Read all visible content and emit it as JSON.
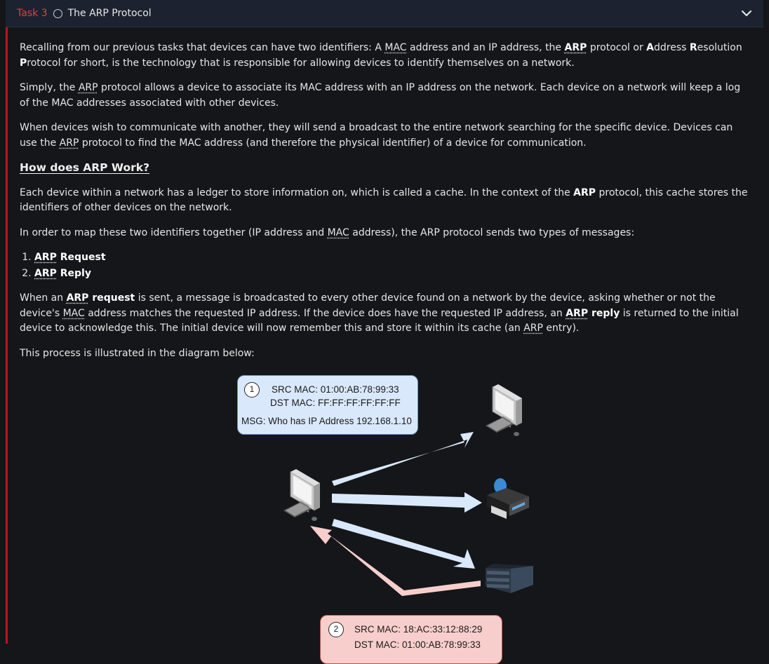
{
  "task": {
    "number": "Task 3",
    "title": "The ARP Protocol"
  },
  "content": {
    "p1": {
      "a": "Recalling from our previous tasks that devices can have two identifiers: A ",
      "mac": "MAC",
      "b": " address and an IP address, the ",
      "arp": "ARP",
      "c": " protocol or ",
      "A": "A",
      "d": "ddress ",
      "R": "R",
      "e": "esolution ",
      "P": "P",
      "f": "rotocol for short, is the technology that is responsible for allowing devices to identify themselves on a network."
    },
    "p2": {
      "a": "Simply, the ",
      "arp": "ARP",
      "b": " protocol allows a device to associate its MAC address with an IP address on the network. Each device on a network will keep a log of the MAC addresses associated with other devices."
    },
    "p3": {
      "a": "When devices wish to communicate with another, they will send a broadcast to the entire network searching for the specific device. Devices can use the ",
      "arp": "ARP",
      "b": " protocol to find the MAC address (and therefore the physical identifier) of a device for communication."
    },
    "heading": "How does ARP Work?",
    "p4": {
      "a": "Each device within a network has a ledger to store information on, which is called a cache. In the context of the ",
      "arp": "ARP",
      "b": " protocol, this cache stores the identifiers of other devices on the network."
    },
    "p5": {
      "a": "In order to map these two identifiers together (IP address and ",
      "mac": "MAC",
      "b": " address), the ARP protocol sends two types of messages:"
    },
    "list": [
      {
        "arp": "ARP",
        "rest": " Request"
      },
      {
        "arp": "ARP",
        "rest": " Reply"
      }
    ],
    "p6": {
      "a": "When an ",
      "arp1": "ARP",
      "req": " request",
      "b": " is sent, a message is broadcasted to every other device found on a network by the device, asking whether or not the device's ",
      "mac": "MAC",
      "c": " address matches the requested IP address. If the device does have the requested IP address, an ",
      "arp2": "ARP",
      "rep": " reply",
      "d": " is returned to the initial device to acknowledge this. The initial device will now remember this and store it within its cache (an ",
      "arp3": "ARP",
      "e": " entry)."
    },
    "p7": "This process is illustrated in the diagram below:"
  },
  "diagram": {
    "request": {
      "number": "1",
      "src": "SRC MAC: 01:00:AB:78:99:33",
      "dst": "DST MAC: FF:FF:FF:FF:FF:FF",
      "msg": "MSG: Who has IP Address 192.168.1.10"
    },
    "reply": {
      "number": "2",
      "src": "SRC MAC: 18:AC:33:12:88:29",
      "dst": "DST MAC: 01:00:AB:78:99:33"
    },
    "colors": {
      "request_arrow": "#dae8fc",
      "reply_arrow": "#f8cecc"
    },
    "icons": [
      "computer-icon",
      "printer-icon",
      "server-icon"
    ]
  }
}
